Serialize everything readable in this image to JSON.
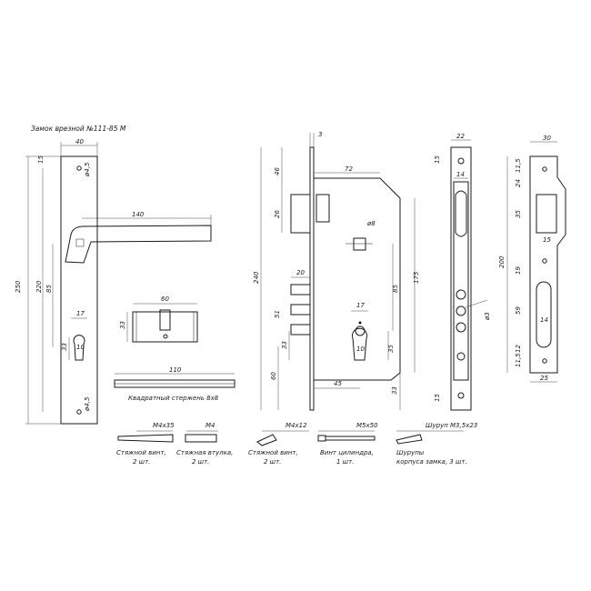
{
  "title": "Замок врезной №111-85 М",
  "plate": {
    "width": "40",
    "height": "250",
    "h_220": "220",
    "h_85": "85",
    "d_top": "15",
    "hole_top": "ø4,5",
    "hole_bottom": "ø4,5",
    "cyl_17": "17",
    "cyl_33": "33",
    "cyl_10": "10"
  },
  "handle": {
    "length": "140"
  },
  "cylinder": {
    "length": "60",
    "height": "33"
  },
  "spindle": {
    "length": "110",
    "label": "Квадратный стержень 8х8"
  },
  "body": {
    "faceplate_3": "3",
    "depth_72": "72",
    "d_46": "46",
    "d_26": "26",
    "d_20": "20",
    "d_51": "51",
    "h_240": "240",
    "h_60": "60",
    "sq_8": "ø8",
    "h_85": "85",
    "h_175": "175",
    "cyl_17": "17",
    "cyl_10": "10",
    "d_33": "33",
    "d_35": "35",
    "d_45": "45",
    "d_33b": "33"
  },
  "faceplate": {
    "w_22": "22",
    "w_14": "14",
    "d_15_top": "15",
    "d_15_bot": "15",
    "hole": "ø3"
  },
  "strike": {
    "w_30": "30",
    "w_25": "25",
    "h_200": "200",
    "d_115_top": "11,5",
    "d_24": "24",
    "d_35": "35",
    "d_15": "15",
    "d_19": "19",
    "d_59": "59",
    "d_14": "14",
    "d_12": "12",
    "d_115_bot": "11,5"
  },
  "parts": [
    {
      "size": "M4x35",
      "name": "Стяжной винт,",
      "qty": "2 шт."
    },
    {
      "size": "M4",
      "name": "Стяжная втулка,",
      "qty": "2 шт."
    },
    {
      "size": "M4x12",
      "name": "Стяжной винт,",
      "qty": "2 шт."
    },
    {
      "size": "M5x50",
      "name": "Винт цилиндра,",
      "qty": "1 шт."
    },
    {
      "size": "Шуруп М3,5х23",
      "name": "Шурупы",
      "qty": "корпуса замка, 3 шт."
    }
  ]
}
